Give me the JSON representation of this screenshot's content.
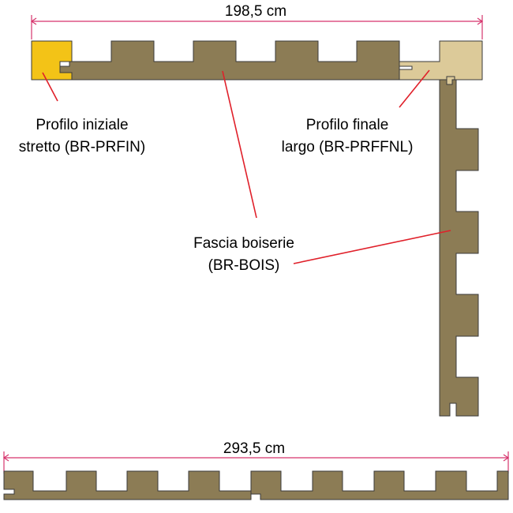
{
  "dimensions": {
    "top": "198,5 cm",
    "bottom": "293,5 cm"
  },
  "labels": {
    "start_profile": [
      "Profilo iniziale",
      "stretto (BR-PRFIN)"
    ],
    "end_profile": [
      "Profilo finale",
      "largo (BR-PRFFNL)"
    ],
    "panel": [
      "Fascia boiserie",
      "(BR-BOIS)"
    ]
  },
  "colors": {
    "panel": "#8c7c55",
    "start_profile": "#f3c317",
    "end_profile": "#dcca99",
    "outline": "#3a3a3a",
    "leader": "#e0202a",
    "dimension": "#d6336c"
  }
}
